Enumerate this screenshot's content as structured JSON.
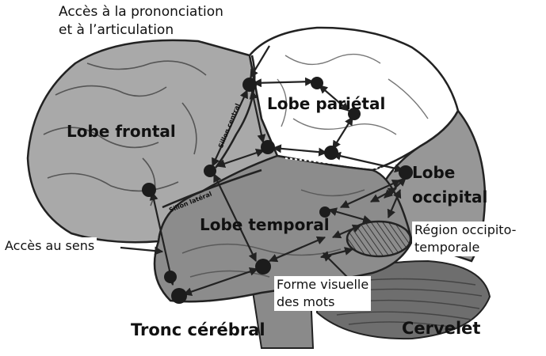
{
  "labels": {
    "top_line1": "Accès à la prononciation",
    "top_line2": "et à l’articulation",
    "lobe_frontal": "Lobe frontal",
    "lobe_parietal": "Lobe pariétal",
    "lobe_occipital_line1": "Lobe",
    "lobe_occipital_line2": "occipital",
    "lobe_temporal": "Lobe temporal",
    "acces_sens": "Accès au sens",
    "region_line1": "Région occipito-",
    "region_line2": "temporale",
    "forme_line1": "Forme visuelle",
    "forme_line2": "des mots",
    "tronc": "Tronc cérébral",
    "cervelet": "Cervelet",
    "sillon_central": "Sillon central",
    "sillon_lateral": "Sillon latéral"
  },
  "colors": {
    "frontal": "#a9a9a9",
    "parietal": "#ffffff",
    "temporal": "#8c8c8c",
    "occipital": "#979797",
    "cerebellum": "#6e6e6e",
    "node": "#1c1c1c",
    "outline": "#222222"
  }
}
